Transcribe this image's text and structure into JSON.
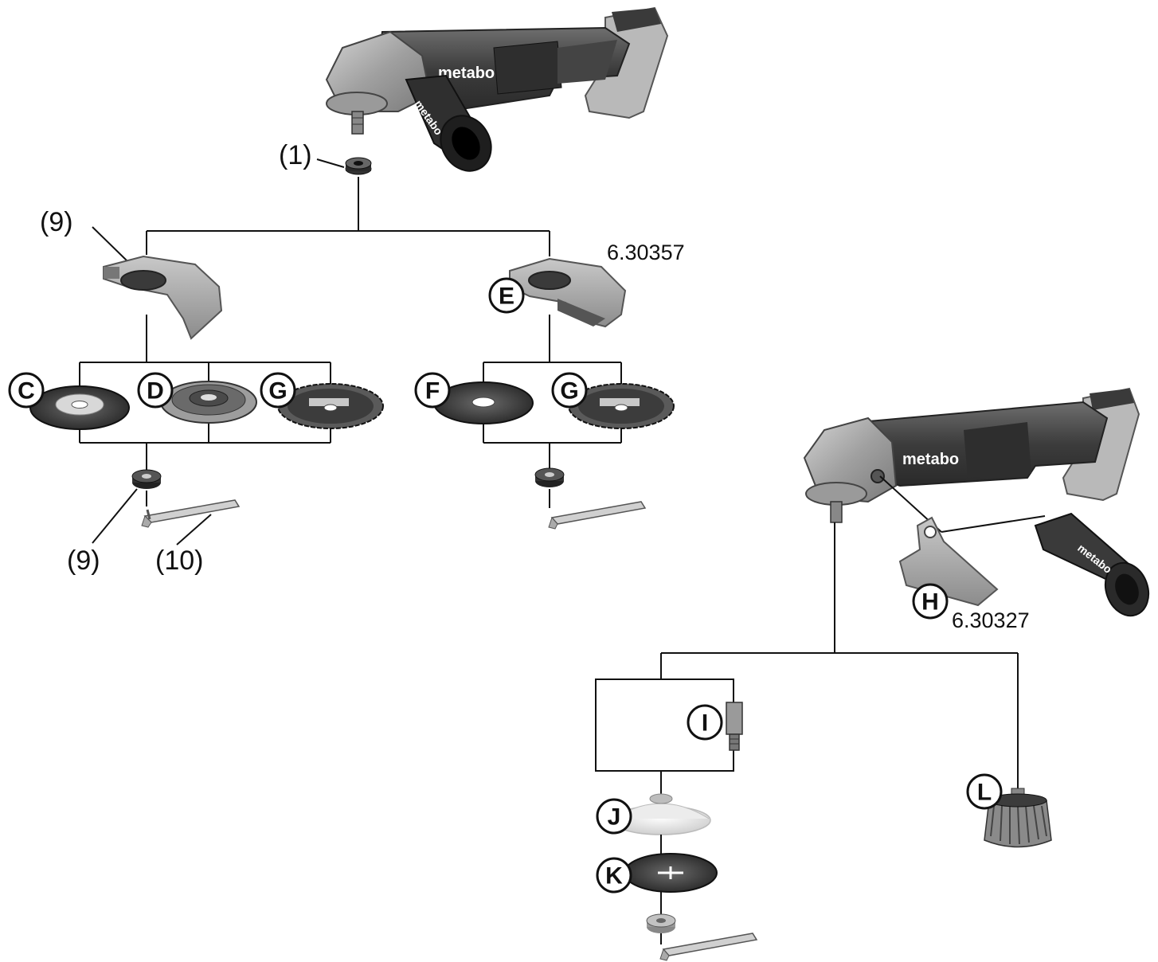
{
  "callouts": {
    "spindle_flange": "(1)",
    "guard_label": "(9)",
    "nut_label": "(9)",
    "wrench_label": "(10)"
  },
  "part_numbers": {
    "guard_e": "6.30357",
    "guard_h": "6.30327"
  },
  "badges": {
    "c": "C",
    "d": "D",
    "g1": "G",
    "e": "E",
    "f": "F",
    "g2": "G",
    "h": "H",
    "i": "I",
    "j": "J",
    "k": "K",
    "l": "L"
  },
  "brand": {
    "top_body": "metabo",
    "top_handle": "metabo",
    "right_body": "metabo",
    "right_handle": "metabo"
  },
  "icons": [
    "angle-grinder-icon",
    "side-handle-icon",
    "wheel-guard-icon",
    "grinding-disc-icon",
    "flap-disc-icon",
    "diamond-disc-icon",
    "cutting-disc-icon",
    "clamping-nut-icon",
    "pin-wrench-icon",
    "dust-guard-icon",
    "adapter-icon",
    "backing-pad-icon",
    "sanding-disc-icon",
    "wire-cup-brush-icon"
  ]
}
